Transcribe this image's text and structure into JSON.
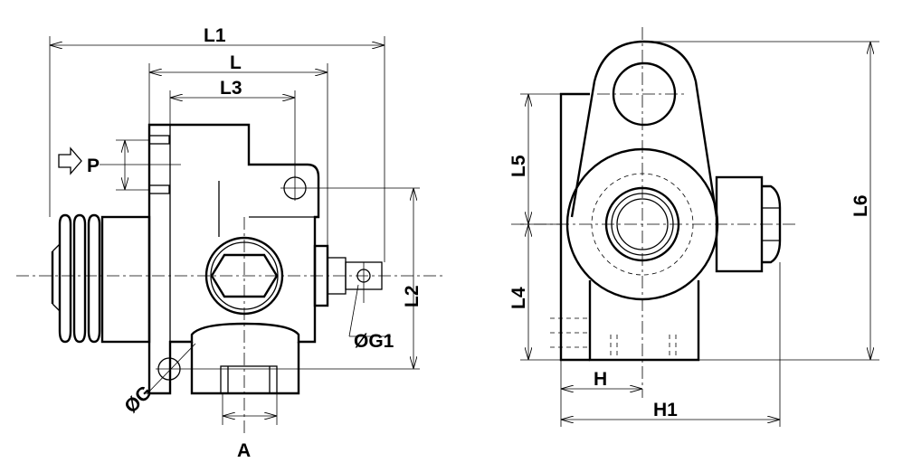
{
  "front_view": {
    "L1": "L1",
    "L": "L",
    "L3": "L3",
    "P": "P",
    "L2": "L2",
    "G1": "ØG1",
    "G": "ØG",
    "A": "A"
  },
  "side_view": {
    "L5": "L5",
    "L4": "L4",
    "L6": "L6",
    "H": "H",
    "H1": "H1"
  }
}
